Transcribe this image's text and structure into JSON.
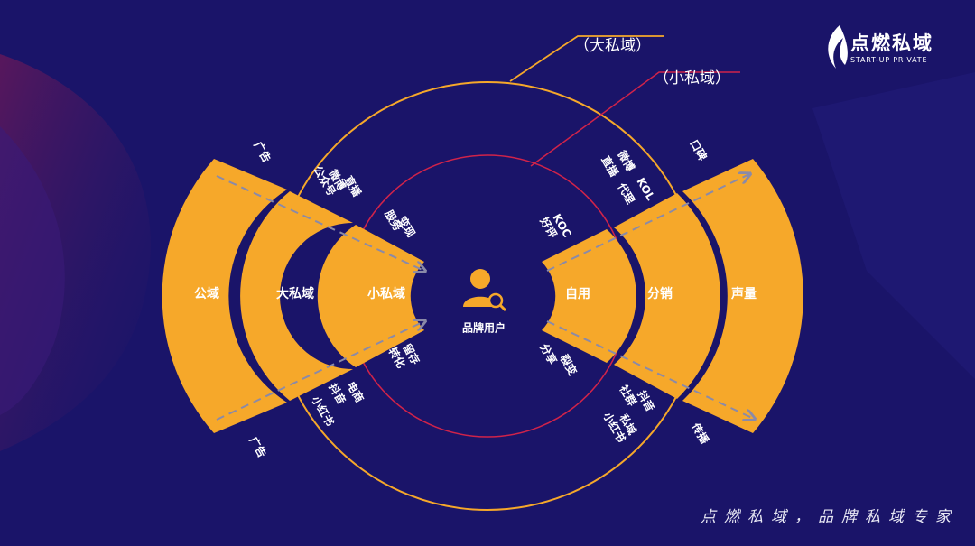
{
  "brand": {
    "name": "点燃私域",
    "subtitle": "START-UP PRIVATE",
    "slogan": "点燃私域，品牌私域专家"
  },
  "colors": {
    "background": "#1a1469",
    "segment": "#f6a82a",
    "outer_ring": "#f6a82a",
    "inner_ring": "#d0234a",
    "arrow": "#8a8aa8",
    "text": "#ffffff"
  },
  "callouts": {
    "big_private": "（大私域）",
    "small_private": "（小私域）"
  },
  "center": {
    "icon": "user-search-icon",
    "label": "品牌用户"
  },
  "segments": {
    "left": [
      "公域",
      "大私域",
      "小私域"
    ],
    "right": [
      "自用",
      "分销",
      "声量"
    ]
  },
  "tags": {
    "ad_top": "广告",
    "ad_bottom": "广告",
    "big_top": [
      "公众号",
      "微博",
      "直播"
    ],
    "big_bottom": [
      "电商",
      "抖音",
      "小红书"
    ],
    "small_top": [
      "服务",
      "变现"
    ],
    "small_bottom": [
      "留存",
      "转化"
    ],
    "self_top": [
      "KOC",
      "好评"
    ],
    "self_bottom": [
      "分享",
      "裂变"
    ],
    "dist_top": [
      "微博",
      "KOL",
      "直播",
      "代理"
    ],
    "dist_bottom": [
      "社群",
      "私域",
      "抖音",
      "小红书"
    ],
    "voice_top": "口碑",
    "voice_bottom": "传播"
  }
}
